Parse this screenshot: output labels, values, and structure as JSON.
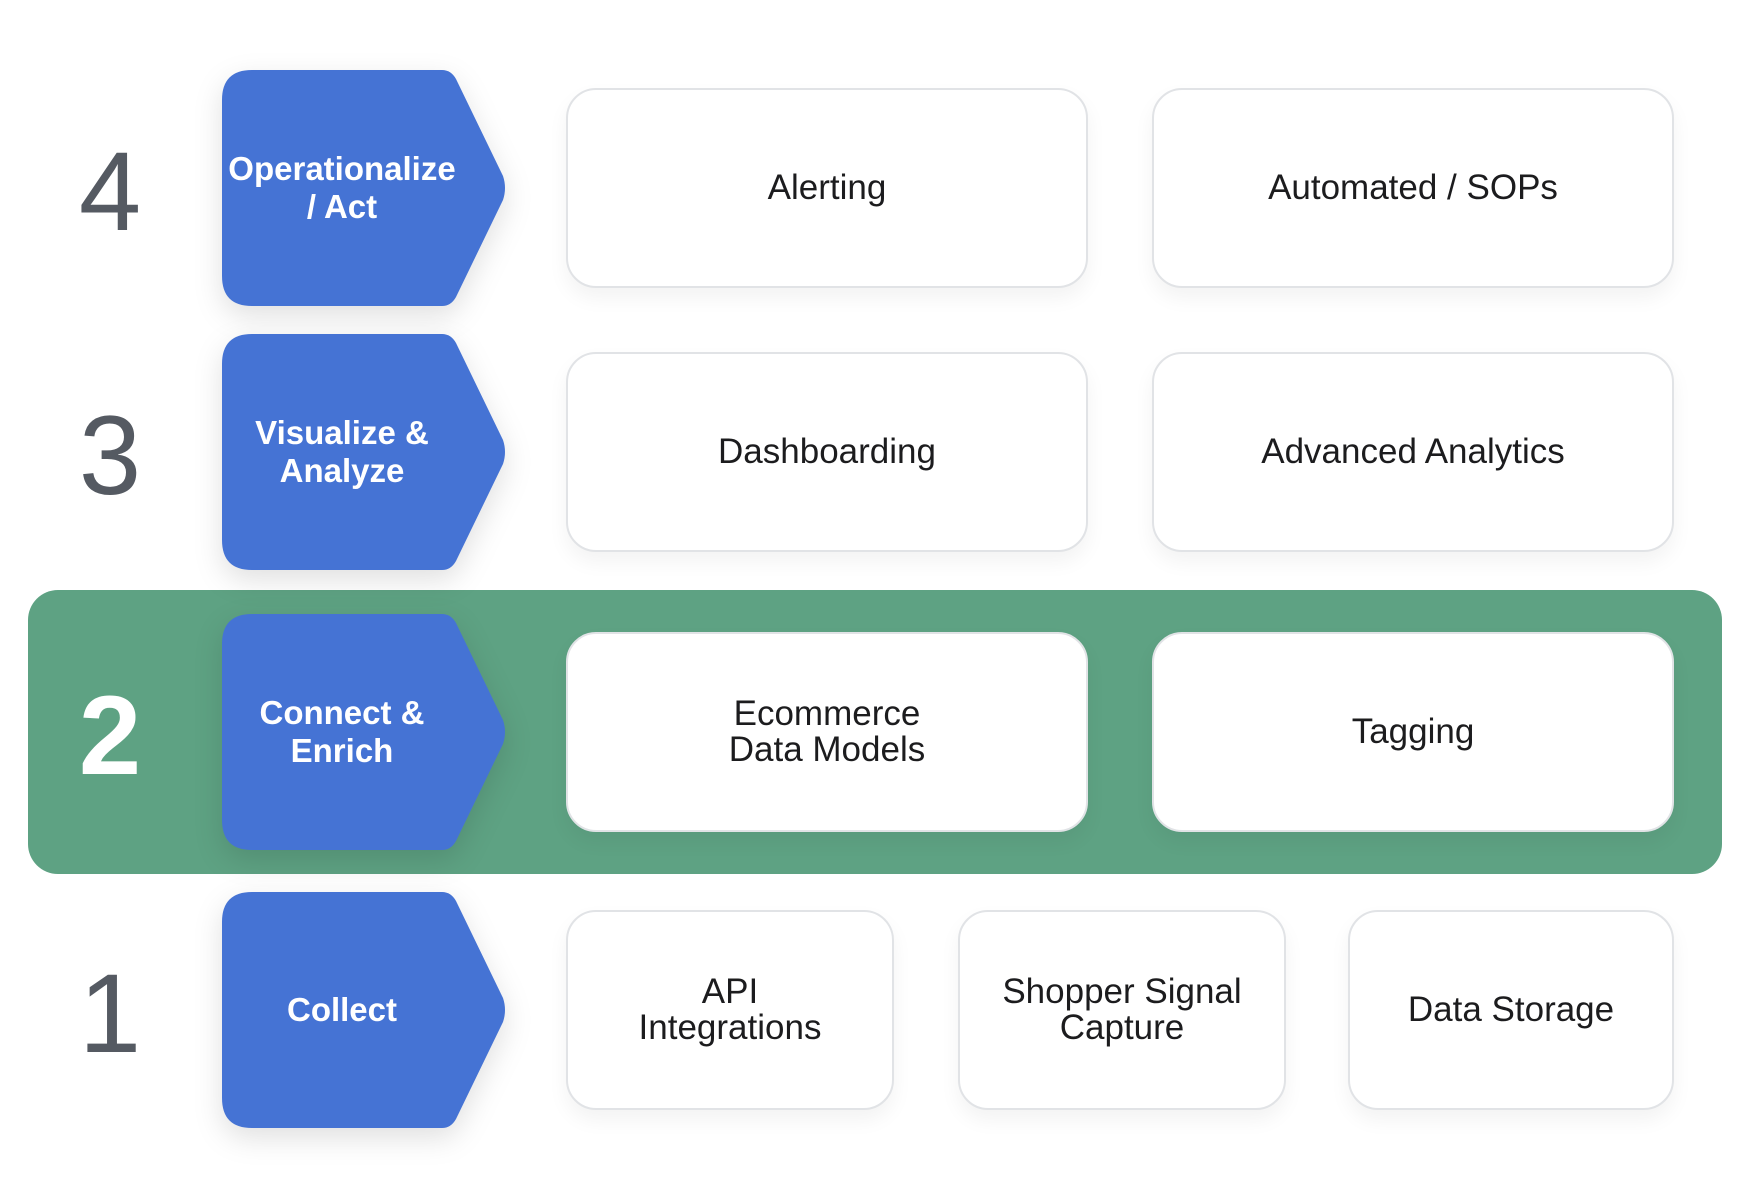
{
  "colors": {
    "stage_fill": "#4573d4",
    "highlight_band": "#5ea283",
    "number_text": "#555a62",
    "card_border": "#e1e3e6"
  },
  "levels": [
    {
      "number": "4",
      "stage": "Operationalize\n/ Act",
      "highlighted": false,
      "capabilities": [
        "Alerting",
        "Automated / SOPs"
      ]
    },
    {
      "number": "3",
      "stage": "Visualize &\nAnalyze",
      "highlighted": false,
      "capabilities": [
        "Dashboarding",
        "Advanced Analytics"
      ]
    },
    {
      "number": "2",
      "stage": "Connect &\nEnrich",
      "highlighted": true,
      "capabilities": [
        "Ecommerce\nData Models",
        "Tagging"
      ]
    },
    {
      "number": "1",
      "stage": "Collect",
      "highlighted": false,
      "capabilities": [
        "API\nIntegrations",
        "Shopper Signal\nCapture",
        "Data Storage"
      ]
    }
  ]
}
